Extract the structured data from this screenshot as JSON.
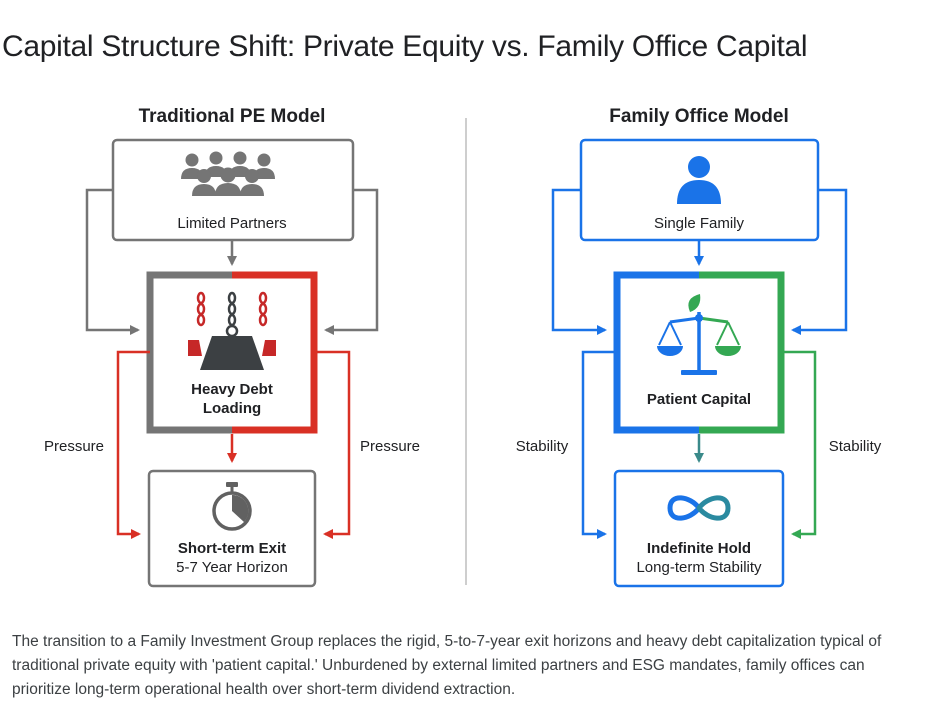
{
  "title": "Capital Structure Shift: Private Equity vs. Family Office Capital",
  "pe_model": {
    "heading": "Traditional PE Model",
    "top_box": "Limited Partners",
    "center_box": [
      "Heavy Debt",
      "Loading"
    ],
    "bottom_box_title": "Short-term Exit",
    "bottom_box_subtitle": "5-7 Year Horizon",
    "left_loop_label": "Pressure",
    "right_loop_label": "Pressure",
    "icons": [
      "people-group-icon",
      "chained-weight-icon",
      "stopwatch-icon"
    ]
  },
  "fo_model": {
    "heading": "Family Office Model",
    "top_box": "Single Family",
    "center_box": "Patient Capital",
    "bottom_box_title": "Indefinite Hold",
    "bottom_box_subtitle": "Long-term Stability",
    "left_loop_label": "Stability",
    "right_loop_label": "Stability",
    "icons": [
      "person-icon",
      "balance-scale-leaf-icon",
      "infinity-icon"
    ]
  },
  "colors": {
    "gray": "#757575",
    "red": "#d93025",
    "blue": "#1a73e8",
    "green": "#34a853",
    "teal": "#3a8a8a"
  },
  "caption": "The transition to a Family Investment Group replaces the rigid, 5-to-7-year exit horizons and heavy debt capitalization typical of traditional private equity with 'patient capital.' Unburdened by external limited partners and ESG mandates, family offices can prioritize long-term operational health over short-term dividend extraction."
}
